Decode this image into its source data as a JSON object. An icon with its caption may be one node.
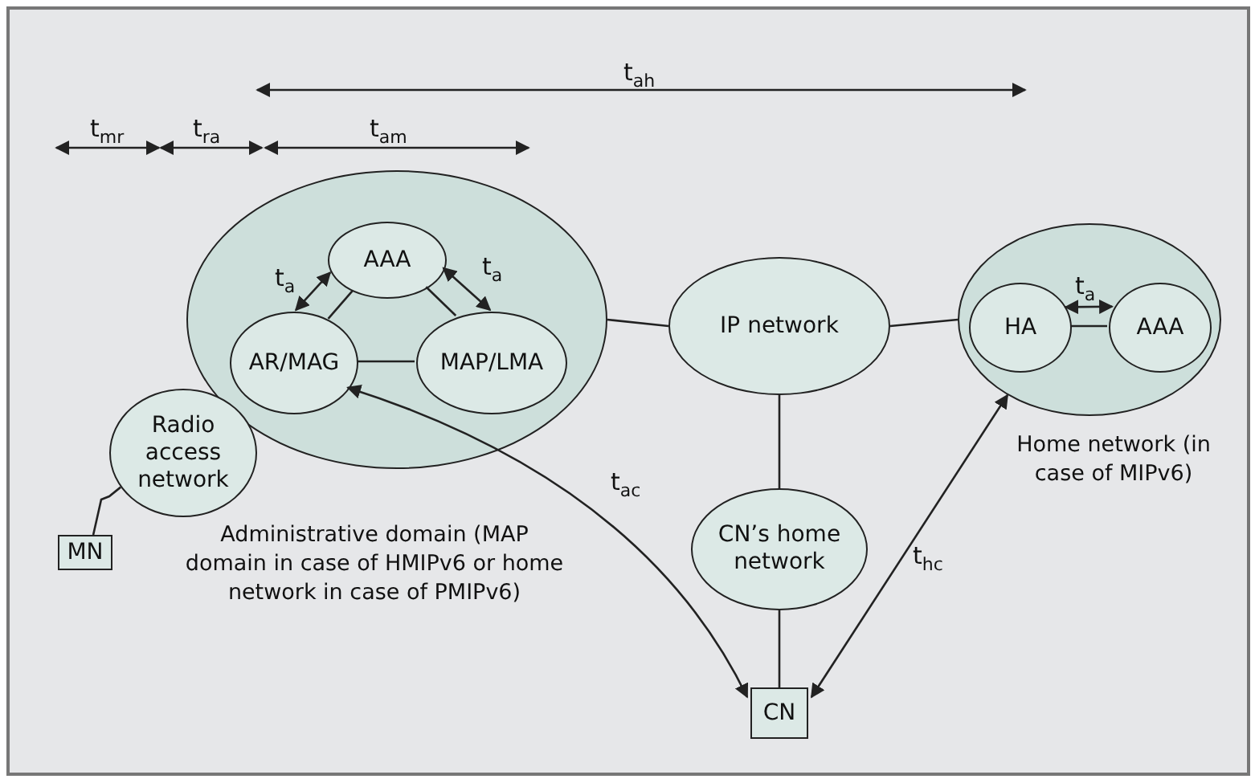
{
  "diagram": {
    "nodes": [
      {
        "text": [
          "Administrative domain (MAP domain in case of HMIPv6 or home network in case of PMIPv6)"
        ]
      },
      {
        "text": [
          "AAA"
        ],
        "in": 0
      },
      {
        "text": [
          "AR/MAG"
        ],
        "in": 0
      },
      {
        "text": [
          "MAP/LMA"
        ],
        "in": 0
      },
      {
        "text": [
          "Radio access network"
        ]
      },
      {
        "text": [
          "MN"
        ]
      },
      {
        "text": [
          "IP network"
        ]
      },
      {
        "text": [
          "Home network (in case of MIPv6)"
        ]
      },
      {
        "text": [
          "HA"
        ],
        "in": 7
      },
      {
        "text": [
          "AAA"
        ],
        "in": 7
      },
      {
        "text": [
          "CN’s home network"
        ]
      },
      {
        "text": [
          "CN"
        ]
      }
    ],
    "edges": [
      {
        "from": 1,
        "to": 2,
        "arrow": "none"
      },
      {
        "from": 1,
        "to": 3,
        "arrow": "none"
      },
      {
        "from": 2,
        "to": 3,
        "arrow": "none"
      },
      {
        "from": 0,
        "to": 6,
        "arrow": "none"
      },
      {
        "from": 6,
        "to": 7,
        "arrow": "none"
      },
      {
        "from": 8,
        "to": 9,
        "arrow": "none"
      },
      {
        "from": 6,
        "to": 10,
        "arrow": "none"
      },
      {
        "from": 10,
        "to": 11,
        "arrow": "none"
      },
      {
        "from": 4,
        "to": 5,
        "arrow": "none"
      },
      {
        "from": 2,
        "to": 11,
        "arrow": "both",
        "label": "t$_{ac}$"
      },
      {
        "from": 7,
        "to": 11,
        "arrow": "both",
        "label": "t$_{hc}$"
      },
      {
        "from": 1,
        "to": 2,
        "arrow": "both",
        "label": "t$_{a}$"
      },
      {
        "from": 1,
        "to": 3,
        "arrow": "both",
        "label": "t$_{a}$"
      },
      {
        "from": 8,
        "to": 9,
        "arrow": "both",
        "label": "t$_{a}$"
      }
    ],
    "labels": [
      "t$_{ah}$",
      "t$_{mr}$",
      "t$_{ra}$",
      "t$_{am}$"
    ]
  }
}
